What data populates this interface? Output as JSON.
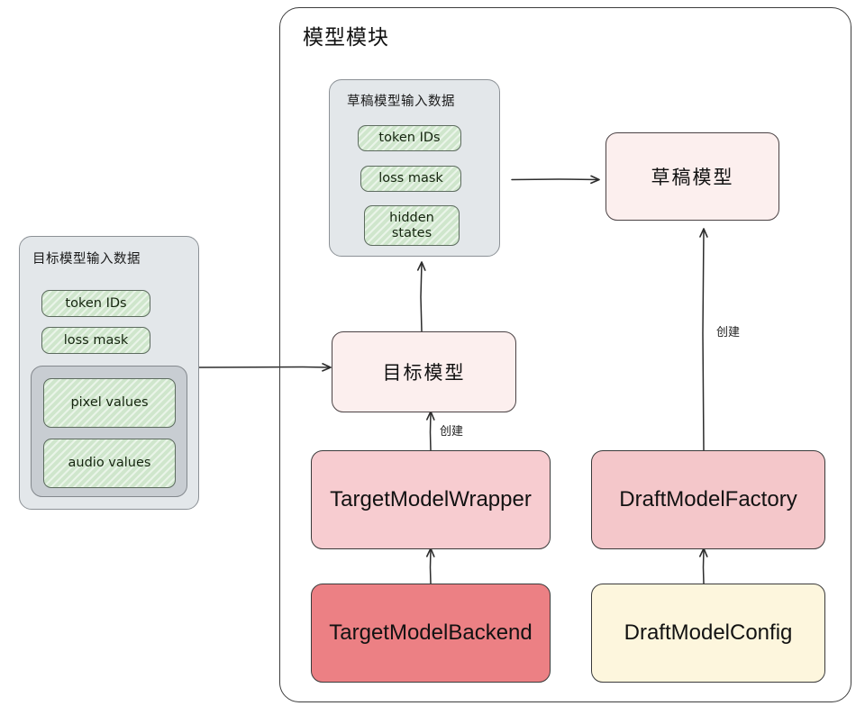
{
  "diagram": {
    "title": "模型模块",
    "type": "architecture-flow"
  },
  "target_input_group": {
    "title": "目标模型输入数据",
    "items": [
      {
        "label": "token IDs"
      },
      {
        "label": "loss mask"
      }
    ],
    "nested_group": {
      "items": [
        {
          "label": "pixel values"
        },
        {
          "label": "audio values"
        }
      ]
    }
  },
  "draft_input_group": {
    "title": "草稿模型输入数据",
    "items": [
      {
        "label": "token IDs"
      },
      {
        "label": "loss mask"
      },
      {
        "label": "hidden\nstates"
      }
    ]
  },
  "nodes": {
    "target_model": {
      "label": "目标模型",
      "color": "#fcefee"
    },
    "draft_model": {
      "label": "草稿模型",
      "color": "#fcefee"
    },
    "target_model_wrapper": {
      "label": "TargetModelWrapper",
      "color": "#f7ccd0"
    },
    "target_model_backend": {
      "label": "TargetModelBackend",
      "color": "#ec8084"
    },
    "draft_model_factory": {
      "label": "DraftModelFactory",
      "color": "#f4c7ca"
    },
    "draft_model_config": {
      "label": "DraftModelConfig",
      "color": "#fdf6dd"
    }
  },
  "edges": [
    {
      "from": "target_input_group",
      "to": "target_model",
      "label": ""
    },
    {
      "from": "draft_input_group",
      "to": "draft_model",
      "label": ""
    },
    {
      "from": "target_model",
      "to": "draft_input_group",
      "label": ""
    },
    {
      "from": "target_model_wrapper",
      "to": "target_model",
      "label": "创建"
    },
    {
      "from": "target_model_backend",
      "to": "target_model_wrapper",
      "label": ""
    },
    {
      "from": "draft_model_factory",
      "to": "draft_model",
      "label": "创建"
    },
    {
      "from": "draft_model_config",
      "to": "draft_model_factory",
      "label": ""
    }
  ],
  "edge_labels": {
    "wrapper_create": "创建",
    "factory_create": "创建"
  },
  "palette": {
    "group_grey": "#e3e7ea",
    "group_grey_inner": "#c8cdd2",
    "chip_green": "#cfe6cc",
    "pale_pink": "#fcefee",
    "pink": "#f7ccd0",
    "red": "#ec8084",
    "yellow": "#fdf6dd",
    "stroke": "#3a3a3a"
  }
}
